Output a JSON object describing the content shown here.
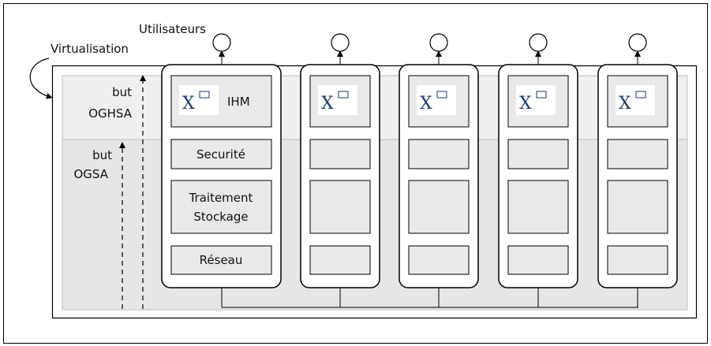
{
  "labels": {
    "utilisateurs": "Utilisateurs",
    "virtualisation": "Virtualisation",
    "but_oghsa_1": "but",
    "but_oghsa_2": "OGHSA",
    "but_ogsa_1": "but",
    "but_ogsa_2": "OGSA"
  },
  "nodes": [
    {
      "x_symbol": "X",
      "ihm_label": "IHM",
      "securite": "Securité",
      "traitement_1": "Traitement",
      "traitement_2": "Stockage",
      "reseau": "Réseau"
    },
    {
      "x_symbol": "X",
      "ihm_label": "",
      "securite": "",
      "traitement_1": "",
      "traitement_2": "",
      "reseau": ""
    },
    {
      "x_symbol": "X",
      "ihm_label": "",
      "securite": "",
      "traitement_1": "",
      "traitement_2": "",
      "reseau": ""
    },
    {
      "x_symbol": "X",
      "ihm_label": "",
      "securite": "",
      "traitement_1": "",
      "traitement_2": "",
      "reseau": ""
    },
    {
      "x_symbol": "X",
      "ihm_label": "",
      "securite": "",
      "traitement_1": "",
      "traitement_2": "",
      "reseau": ""
    }
  ],
  "colors": {
    "upper_band": "#efefef",
    "lower_band": "#e6e6e6",
    "layer_box": "#e9e9e9",
    "stroke": "#000000",
    "x_logo": "#1a3a7a"
  }
}
